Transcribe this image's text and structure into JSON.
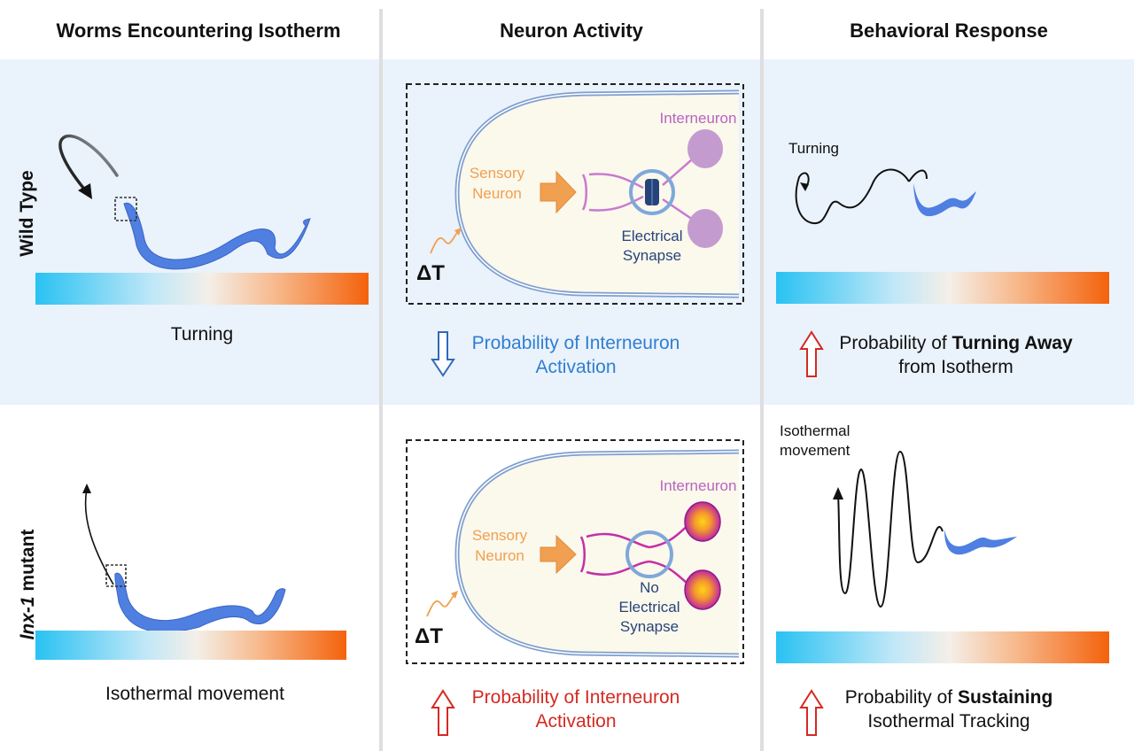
{
  "columns": {
    "worms": "Worms Encountering Isotherm",
    "neuron": "Neuron Activity",
    "behavior": "Behavioral Response"
  },
  "rows": {
    "wild_type": "Wild Type",
    "mutant_gene": "lnx-1",
    "mutant_suffix": " mutant"
  },
  "wild_type": {
    "worm_caption": "Turning",
    "circuit": {
      "sensory": [
        "Sensory",
        "Neuron"
      ],
      "interneuron": "Interneuron",
      "synapse": [
        "Electrical",
        "Synapse"
      ],
      "delta_t": "ΔT"
    },
    "neuron_outcome": [
      "Probability of Interneuron",
      "Activation"
    ],
    "behavior_label": "Turning",
    "behavior_outcome": {
      "prefix": "Probability of ",
      "bold": "Turning Away",
      "line2": "from Isotherm"
    }
  },
  "mutant": {
    "worm_caption": "Isothermal movement",
    "circuit": {
      "sensory": [
        "Sensory",
        "Neuron"
      ],
      "interneuron": "Interneuron",
      "synapse": [
        "No",
        "Electrical",
        "Synapse"
      ],
      "delta_t": "ΔT"
    },
    "neuron_outcome": [
      "Probability of Interneuron",
      "Activation"
    ],
    "behavior_label": [
      "Isothermal",
      "movement"
    ],
    "behavior_outcome": {
      "prefix": "Probability of ",
      "bold": "Sustaining",
      "line2": "Isothermal Tracking"
    }
  },
  "colors": {
    "band": "#eaf2fc",
    "worm": "#4f7fe0",
    "cold": "#29c2f2",
    "hot": "#f4620c",
    "sensory": "#f0a050",
    "interneuron": "#b765c0",
    "synapse": "#27447a",
    "outcome_blue": "#2f7fd0",
    "outcome_red": "#d32a22"
  },
  "icons": [
    "turn-arrow-icon",
    "up-arrow-icon",
    "down-arrow-icon",
    "heat-wave-icon",
    "gap-junction-icon"
  ]
}
